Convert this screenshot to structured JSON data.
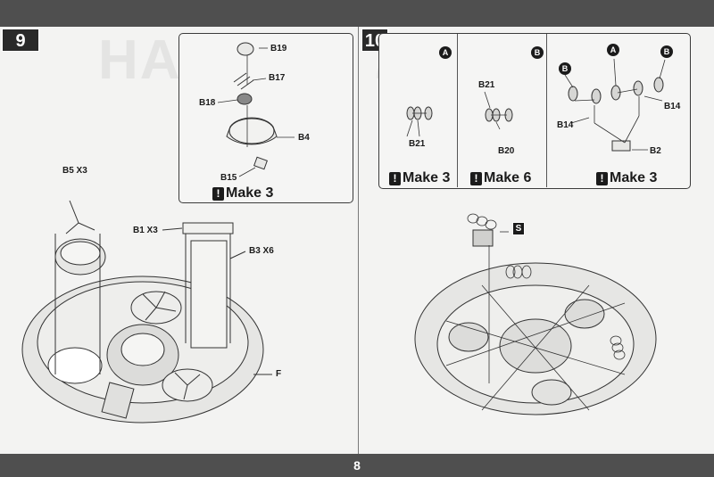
{
  "page": {
    "number": "8",
    "header_bg": "#4f4f4f",
    "accent": "#2a2a2a"
  },
  "step9": {
    "badge": "9",
    "inset": {
      "labels": {
        "b19": "B19",
        "b17": "B17",
        "b18": "B18",
        "b4": "B4",
        "b15": "B15"
      },
      "make": "Make 3"
    },
    "labels": {
      "b5": "B5 X3",
      "b1": "B1 X3",
      "b3": "B3 X6",
      "f": "F"
    }
  },
  "step10": {
    "badge": "10",
    "panels": [
      {
        "marker": "A",
        "labels": [
          "B21"
        ],
        "make": "Make 3"
      },
      {
        "marker": "B",
        "labels": [
          "B21",
          "B20"
        ],
        "make": "Make 6"
      },
      {
        "markers": [
          "B",
          "A",
          "B"
        ],
        "labels": [
          "B14",
          "B14",
          "B2"
        ],
        "make": "Make 3"
      }
    ],
    "s_tag": "S"
  },
  "icons": {
    "warning": "warning-icon",
    "marker": "circle-letter-marker"
  }
}
